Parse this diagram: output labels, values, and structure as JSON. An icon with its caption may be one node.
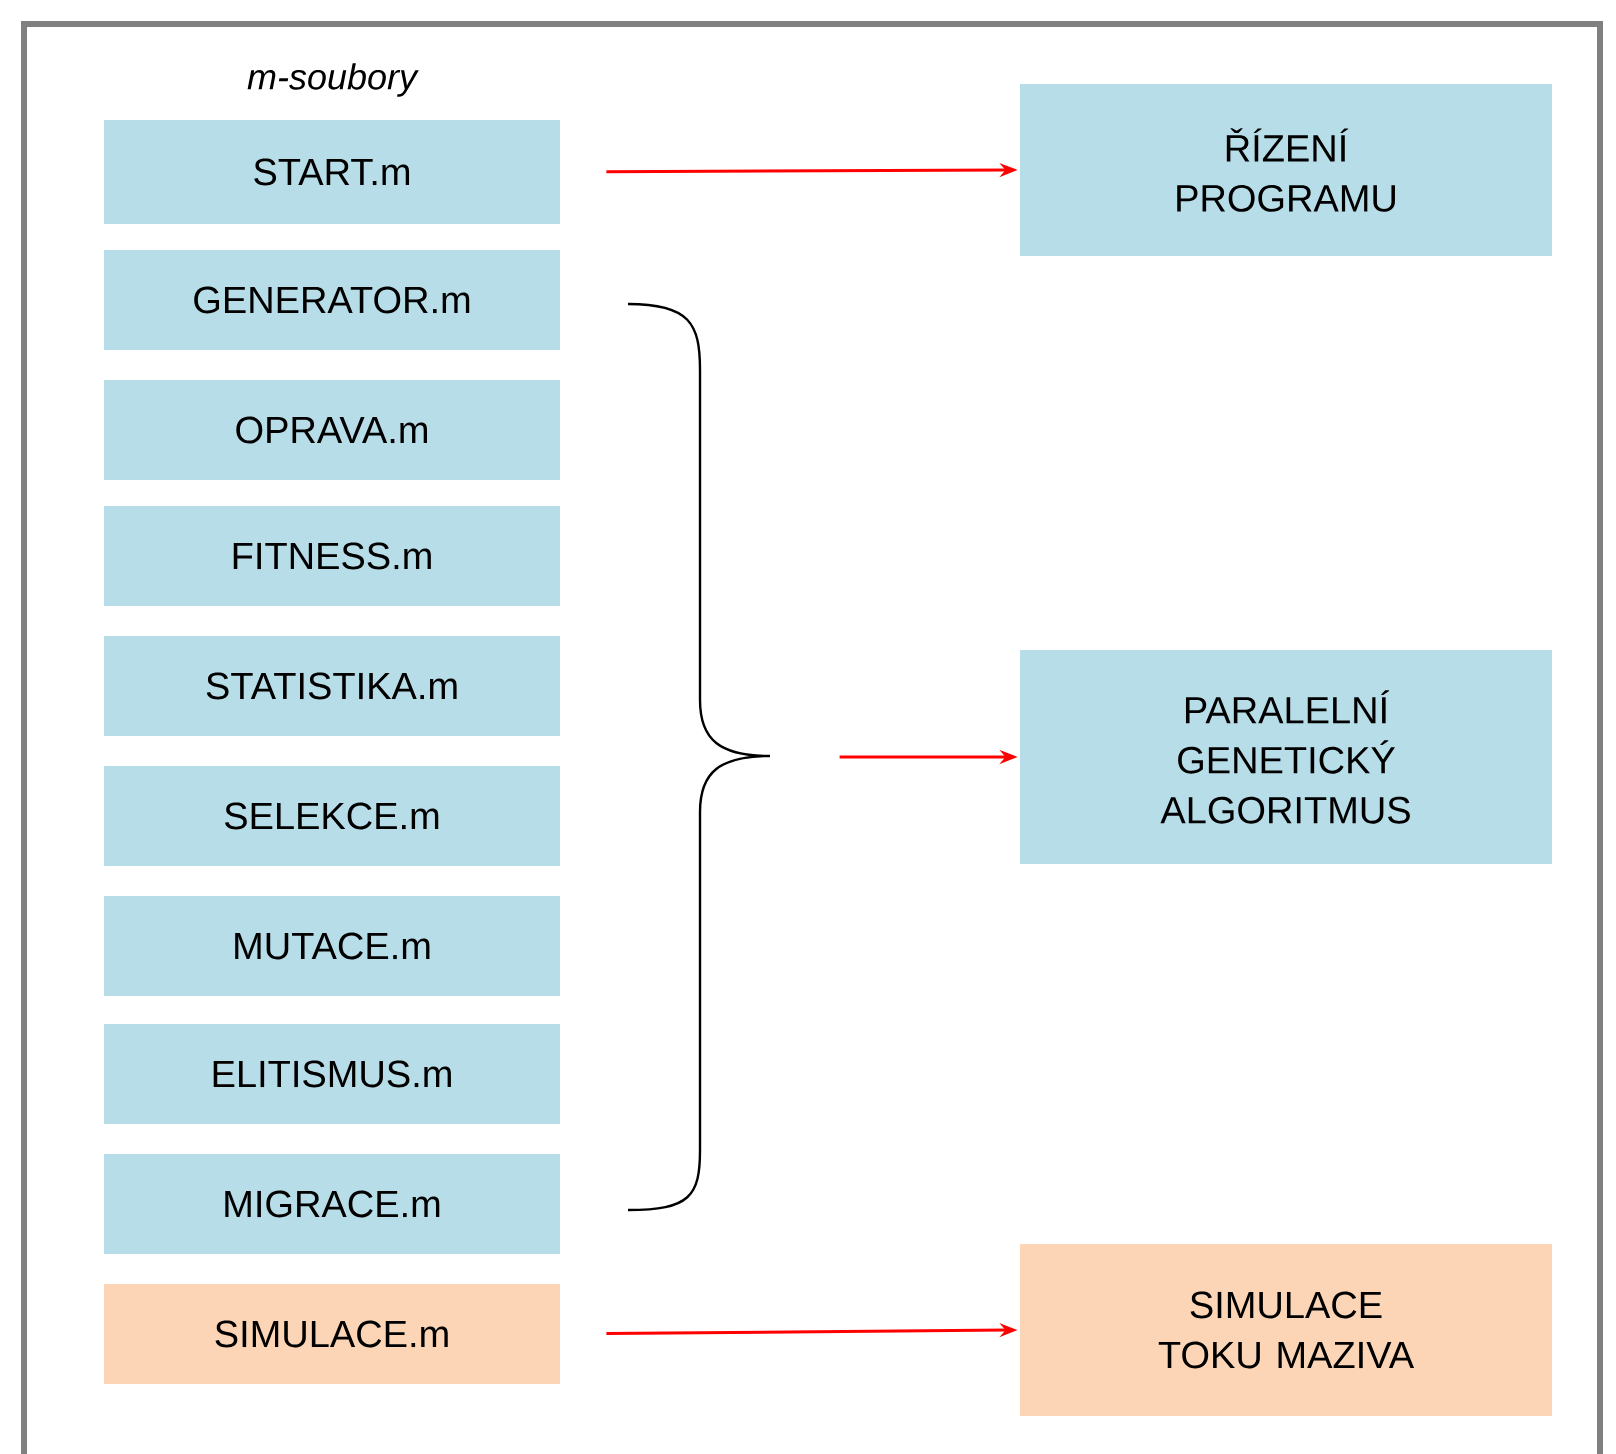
{
  "diagram": {
    "nodes": [
      {
        "text": [
          "START.m"
        ]
      },
      {
        "text": [
          "GENERATOR.m"
        ]
      },
      {
        "text": [
          "OPRAVA.m"
        ]
      },
      {
        "text": [
          "FITNESS.m"
        ]
      },
      {
        "text": [
          "STATISTIKA.m"
        ]
      },
      {
        "text": [
          "SELEKCE.m"
        ]
      },
      {
        "text": [
          "MUTACE.m"
        ]
      },
      {
        "text": [
          "ELITISMUS.m"
        ]
      },
      {
        "text": [
          "MIGRACE.m"
        ]
      },
      {
        "text": [
          "SIMULACE.m"
        ]
      },
      {
        "text": [
          "ŘÍZENÍ PROGRAMU"
        ]
      },
      {
        "text": [
          "PARALELNÍ GENETICKÝ ALGORITMUS"
        ]
      },
      {
        "text": [
          "SIMULACE TOKU MAZIVA"
        ]
      }
    ],
    "edges": [
      {
        "from": 0,
        "to": 10,
        "arrow": "to"
      },
      {
        "from": null,
        "to": 11,
        "arrow": "to"
      },
      {
        "from": 9,
        "to": 12,
        "arrow": "to"
      }
    ],
    "labels": [
      "m-soubory"
    ]
  }
}
